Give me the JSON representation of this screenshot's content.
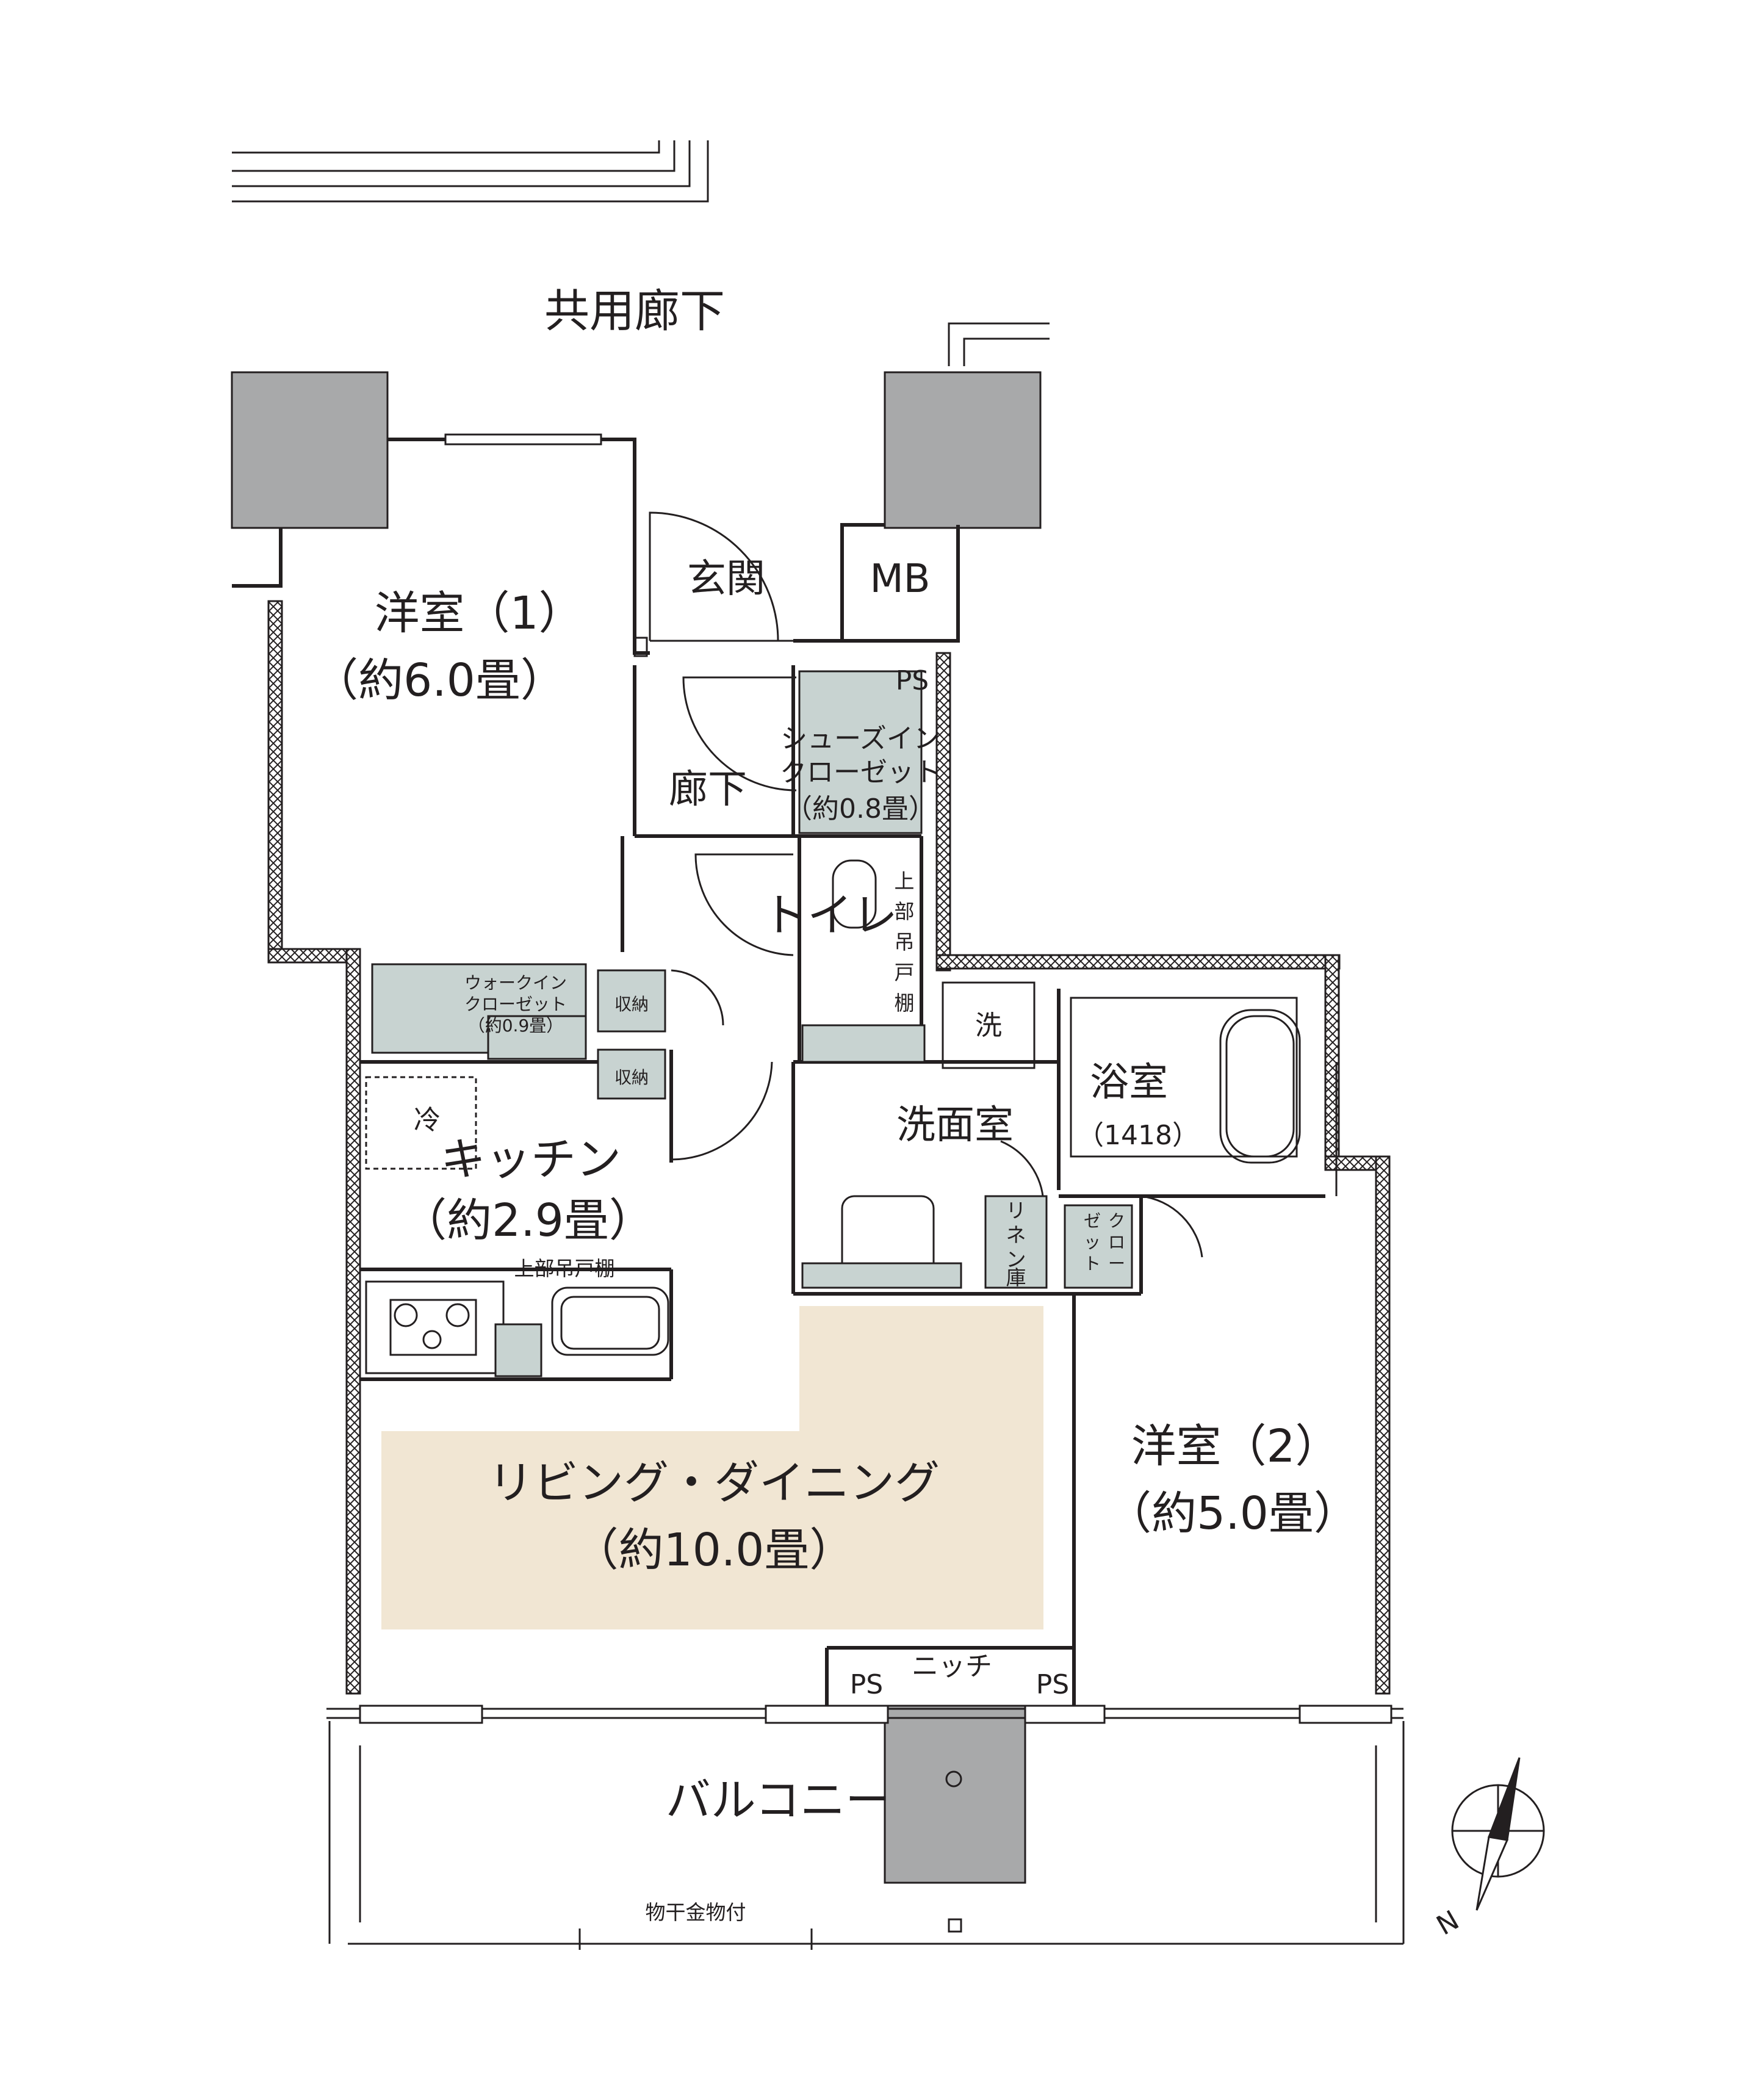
{
  "corridor": "共用廊下",
  "rooms": {
    "western1": {
      "name": "洋室（1）",
      "size": "（約6.0畳）"
    },
    "western2": {
      "name": "洋室（2）",
      "size": "（約5.0畳）"
    },
    "entrance": "玄関",
    "mb": "MB",
    "ps_top": "PS",
    "shoes_closet": {
      "line1": "シューズイン",
      "line2": "クローゼット",
      "size": "（約0.8畳）"
    },
    "hallway": "廊下",
    "toilet": "トイレ",
    "overhead_cabinet_v": [
      "上",
      "部",
      "吊",
      "戸",
      "棚"
    ],
    "walkin_closet": {
      "line1": "ウォークイン",
      "line2": "クローゼット",
      "size": "（約0.9畳）"
    },
    "storage1": "収納",
    "storage2": "収納",
    "washer": "洗",
    "bath": {
      "name": "浴室",
      "size": "（1418）"
    },
    "washroom": "洗面室",
    "fridge": "冷",
    "kitchen": {
      "name": "キッチン",
      "size": "（約2.9畳）"
    },
    "overhead_cabinet": "上部吊戸棚",
    "linen": [
      "リ",
      "ネ",
      "ン",
      "庫"
    ],
    "closet_col1": [
      "ク",
      "ロ",
      "ー"
    ],
    "closet_col2": [
      "ゼ",
      "ッ",
      "ト"
    ],
    "living": {
      "name": "リビング・ダイニング",
      "size": "（約10.0畳）"
    },
    "niche": "ニッチ",
    "ps_left": "PS",
    "ps_right": "PS",
    "balcony": "バルコニー",
    "drying_hardware": "物干金物付"
  },
  "compass": {
    "label": "N"
  },
  "colors": {
    "wall": "#231f20",
    "column": "#a8a9aa",
    "storage": "#c8d3d1",
    "living": "#f1e6d3"
  }
}
